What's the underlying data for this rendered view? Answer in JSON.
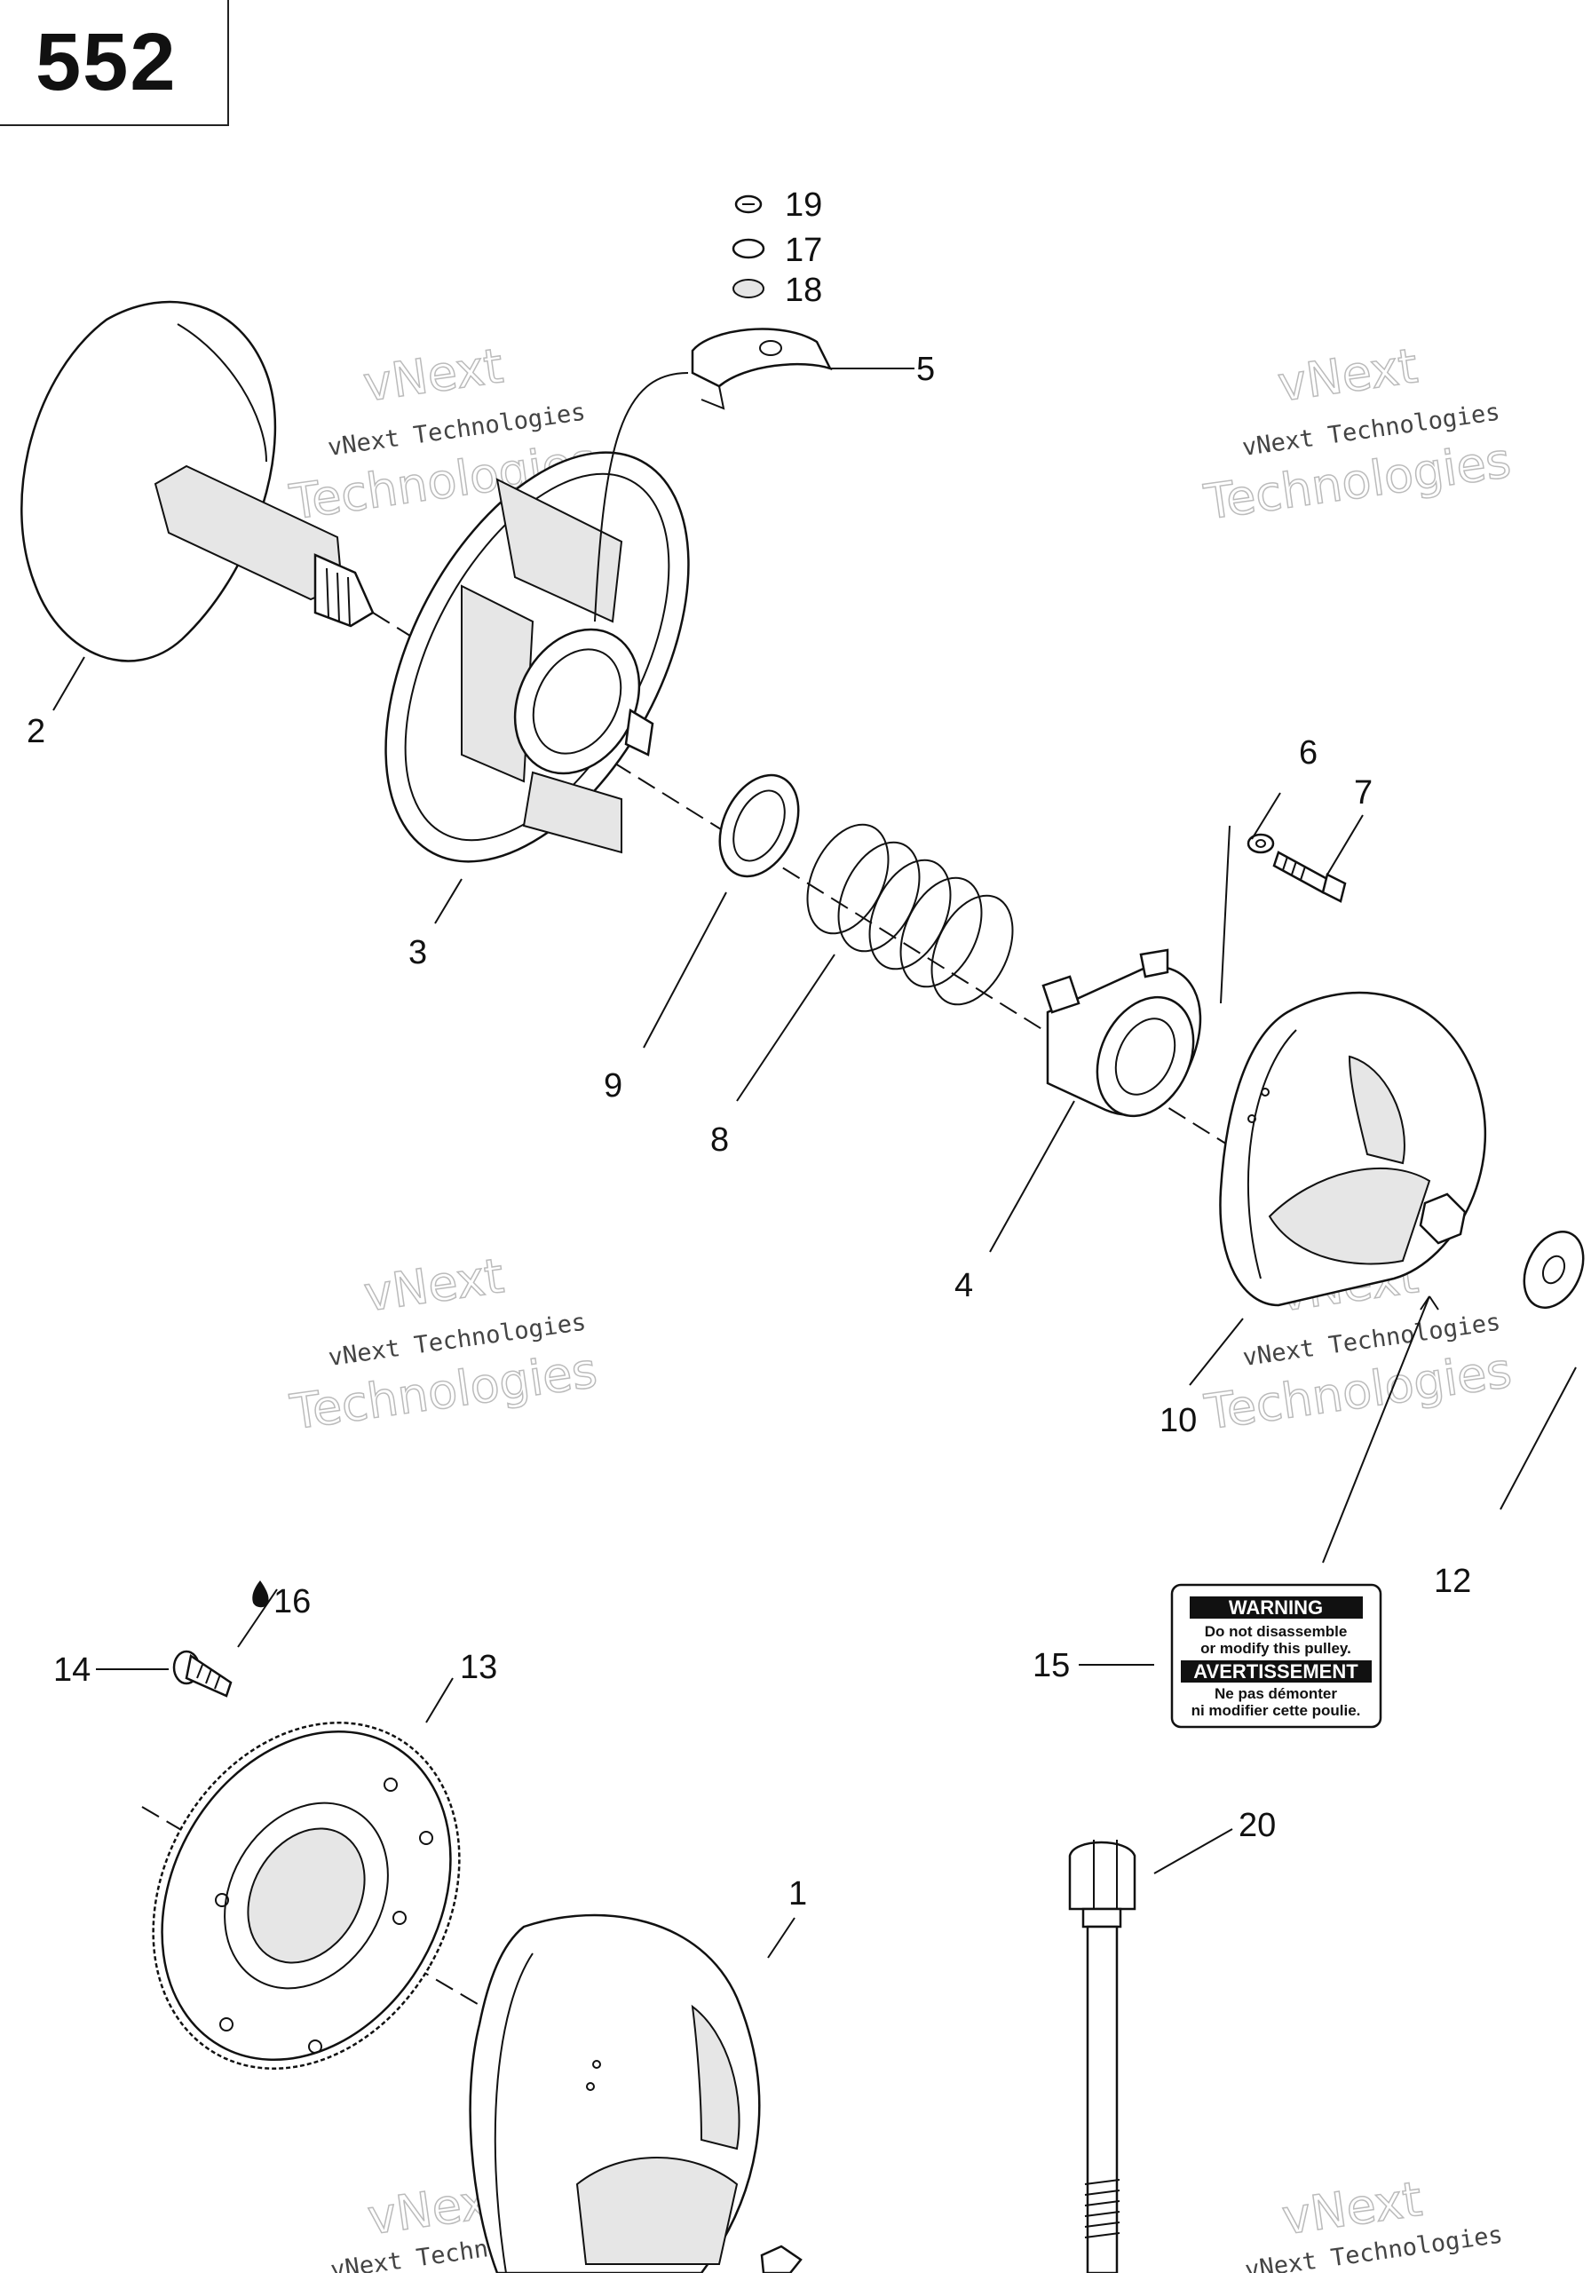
{
  "page_number": "552",
  "callouts": {
    "c1": "1",
    "c2": "2",
    "c3": "3",
    "c4": "4",
    "c5": "5",
    "c6": "6",
    "c7": "7",
    "c8": "8",
    "c9": "9",
    "c10": "10",
    "c12": "12",
    "c13": "13",
    "c14": "14",
    "c15": "15",
    "c16": "16",
    "c17": "17",
    "c18": "18",
    "c19": "19",
    "c20": "20"
  },
  "watermark": {
    "line_small": "vNext Technologies",
    "line_top": "vNext",
    "line_bottom": "Technologies"
  },
  "warning_label": {
    "heading_en": "WARNING",
    "text_en_1": "Do not disassemble",
    "text_en_2": "or modify this pulley.",
    "heading_fr": "AVERTISSEMENT",
    "text_fr_1": "Ne pas démonter",
    "text_fr_2": "ni modifier cette poulie."
  }
}
